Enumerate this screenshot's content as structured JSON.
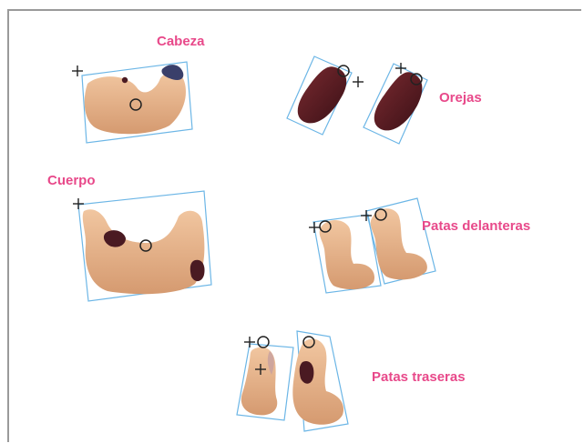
{
  "labels": {
    "head": "Cabeza",
    "ears": "Orejas",
    "body": "Cuerpo",
    "front_legs": "Patas delanteras",
    "hind_legs": "Patas traseras"
  },
  "colors": {
    "label": "#e8498a",
    "box": "#6cb6e6",
    "skin": "#e8b48a",
    "skin_shade": "#c98f66",
    "spot": "#4a1a22",
    "ear": "#5a1e24",
    "nose": "#3a3f6a",
    "marker": "#222222"
  }
}
